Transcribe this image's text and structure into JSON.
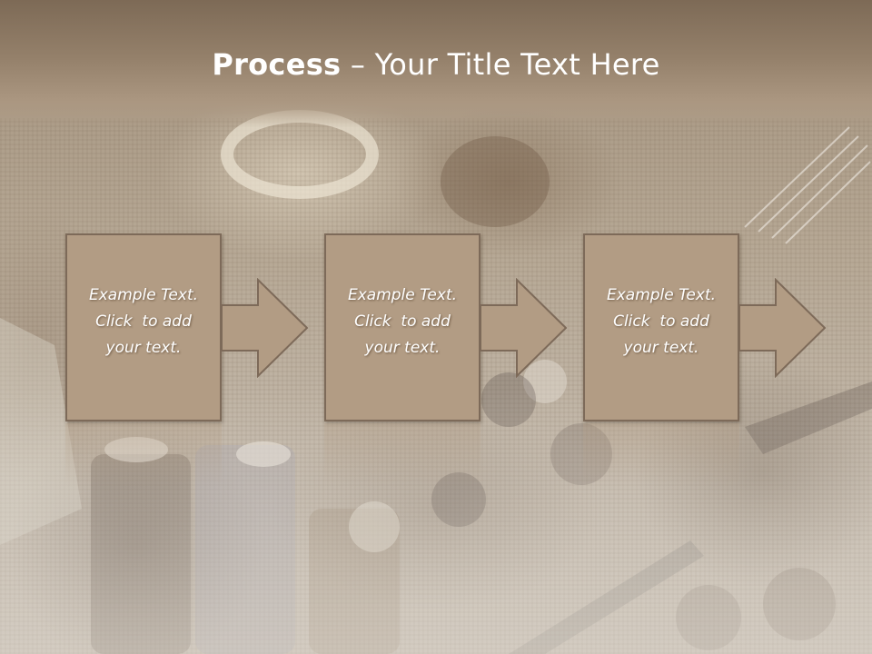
{
  "slide": {
    "title_bold": "Process",
    "title_rest": " – Your Title Text Here"
  },
  "steps": [
    {
      "lines": [
        "Example Text.",
        "Click  to add",
        "your text."
      ]
    },
    {
      "lines": [
        "Example Text.",
        "Click  to add",
        "your text."
      ]
    },
    {
      "lines": [
        "Example Text.",
        "Click  to add",
        "your text."
      ]
    }
  ],
  "colors": {
    "box_fill": "#b29c84",
    "box_border": "#7d6a59",
    "title_band": "#94806a",
    "text": "#ffffff"
  }
}
